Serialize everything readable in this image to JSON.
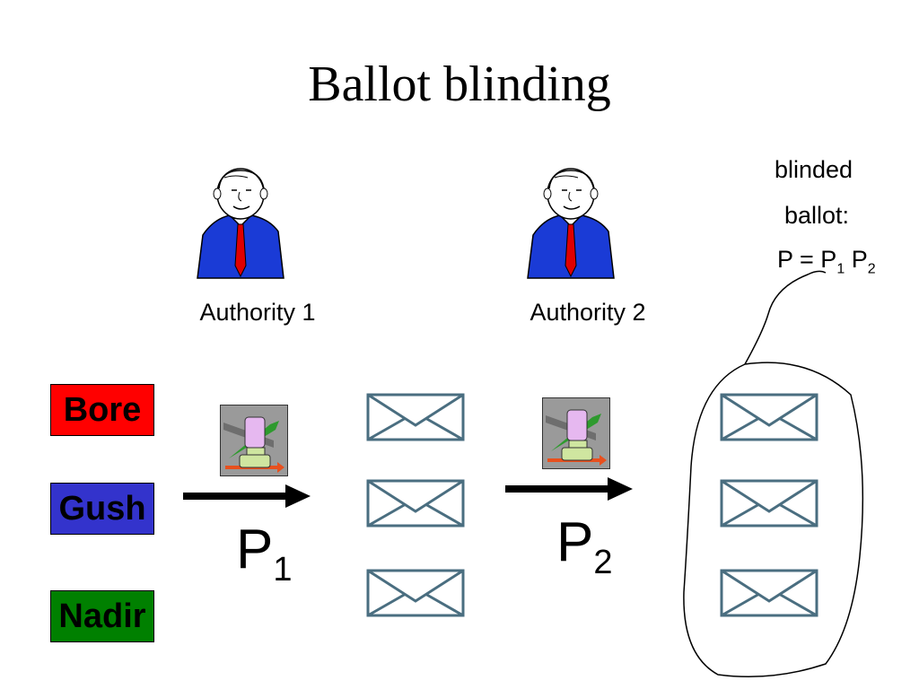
{
  "slide": {
    "title": "Ballot blinding"
  },
  "authorities": [
    {
      "label": "Authority 1"
    },
    {
      "label": "Authority 2"
    }
  ],
  "candidates": [
    {
      "name": "Bore",
      "color": "#ff0000"
    },
    {
      "name": "Gush",
      "color": "#3333cc"
    },
    {
      "name": "Nadir",
      "color": "#008000"
    }
  ],
  "permutations": [
    {
      "symbol": "P",
      "index": "1"
    },
    {
      "symbol": "P",
      "index": "2"
    }
  ],
  "blinded_note": {
    "line1": "blinded",
    "line2": "ballot:",
    "formula_lhs": "P = ",
    "p1": "P",
    "p1_sub": "1",
    "p2": "P",
    "p2_sub": "2"
  },
  "icons": {
    "authority": "businessman-icon",
    "mixer": "blender-icon",
    "ballot": "envelope-icon"
  },
  "colors": {
    "envelope_stroke": "#4a6e80",
    "suit": "#1a3bd6",
    "tie": "#e00000"
  }
}
